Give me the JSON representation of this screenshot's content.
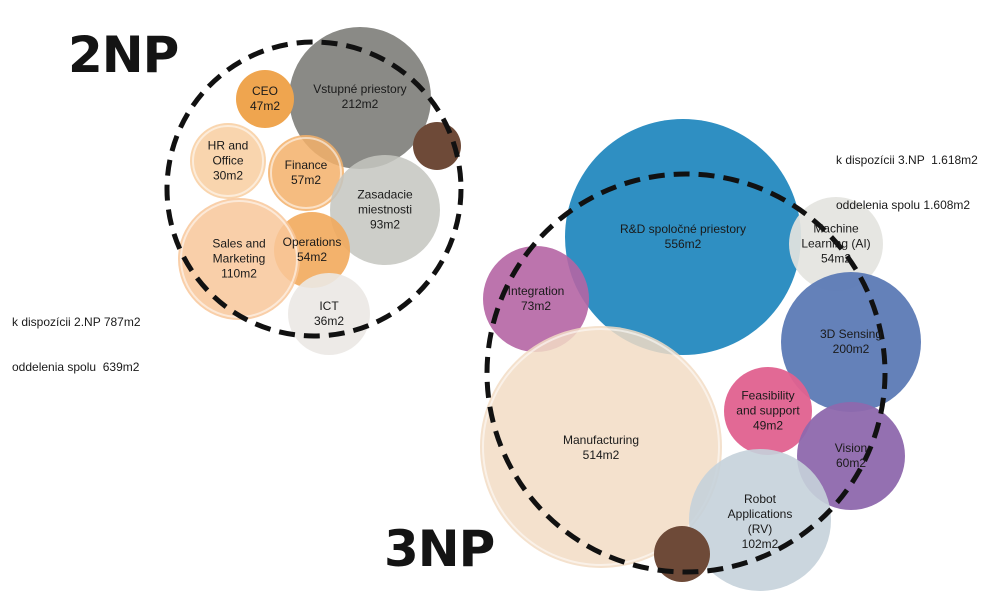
{
  "floor_2": {
    "title": "2NP",
    "stats": [
      "k dispozícii 2.NP 787m2",
      "oddelenia spolu  639m2"
    ],
    "rooms": [
      {
        "id": "vstupne-priestory",
        "name": "Vstupné priestory",
        "area": "212m2",
        "color": "#8a8a86"
      },
      {
        "id": "ceo",
        "name": "CEO",
        "area": "47m2",
        "color": "#efa54f"
      },
      {
        "id": "hr-and-office",
        "name": "HR and\nOffice",
        "area": "30m2",
        "color": "#f7c793"
      },
      {
        "id": "finance",
        "name": "Finance",
        "area": "57m2",
        "color": "#f3b06a"
      },
      {
        "id": "zasadacie-miestnosti",
        "name": "Zasadacie\nmiestnosti",
        "area": "93m2",
        "color": "#c4c5c0"
      },
      {
        "id": "operations",
        "name": "Operations",
        "area": "54m2",
        "color": "#f2aa5c"
      },
      {
        "id": "sales-and-marketing",
        "name": "Sales and\nMarketing",
        "area": "110m2",
        "color": "#f8c79a"
      },
      {
        "id": "ict",
        "name": "ICT",
        "area": "36m2",
        "color": "#ebe8e4"
      },
      {
        "id": "brown-2np",
        "name": "",
        "area": "",
        "color": "#6e4a38"
      }
    ]
  },
  "floor_3": {
    "title": "3NP",
    "stats": [
      "k dispozícii 3.NP  1.618m2",
      "oddelenia spolu 1.608m2"
    ],
    "rooms": [
      {
        "id": "rd-spolocne-priestory",
        "name": "R&D spoločné priestory",
        "area": "556m2",
        "color": "#2f8fc2"
      },
      {
        "id": "machine-learning",
        "name": "Machine\nLearning (AI)",
        "area": "54m2",
        "color": "#e4e4df"
      },
      {
        "id": "integration",
        "name": "Integration",
        "area": "73m2",
        "color": "#b565a4"
      },
      {
        "id": "3d-sensing",
        "name": "3D Sensing",
        "area": "200m2",
        "color": "#5c7ab5"
      },
      {
        "id": "feasibility-and-support",
        "name": "Feasibility\nand support",
        "area": "49m2",
        "color": "#e0618f"
      },
      {
        "id": "manufacturing",
        "name": "Manufacturing",
        "area": "514m2",
        "color": "#f2dcc4"
      },
      {
        "id": "vision",
        "name": "Vision",
        "area": "60m2",
        "color": "#8e68ad"
      },
      {
        "id": "robot-applications",
        "name": "Robot\nApplications\n(RV)",
        "area": "102m2",
        "color": "#c5d1da"
      },
      {
        "id": "brown-3np",
        "name": "",
        "area": "",
        "color": "#6e4a38"
      }
    ]
  }
}
